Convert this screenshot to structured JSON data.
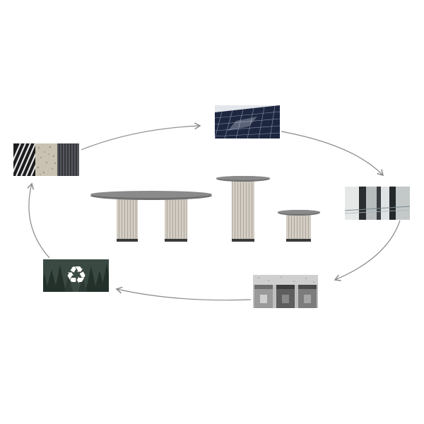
{
  "diagram": {
    "type": "circular-process",
    "center": "furniture-collection",
    "nodes": [
      {
        "id": "stripes",
        "content": "material-samples"
      },
      {
        "id": "solar",
        "content": "solar-panels"
      },
      {
        "id": "glass",
        "content": "glass-and-steel"
      },
      {
        "id": "bins",
        "content": "waste-containers"
      },
      {
        "id": "forest",
        "content": "recycle-icon-over-forest"
      }
    ],
    "edges": [
      {
        "from": "stripes",
        "to": "solar"
      },
      {
        "from": "solar",
        "to": "glass"
      },
      {
        "from": "glass",
        "to": "bins"
      },
      {
        "from": "bins",
        "to": "forest"
      },
      {
        "from": "forest",
        "to": "stripes"
      }
    ]
  },
  "colors": {
    "arrow": "#8a8a8a",
    "forest": "#2f3f37",
    "table_top": "#6f6f6f",
    "column": "#d3cdc4"
  }
}
